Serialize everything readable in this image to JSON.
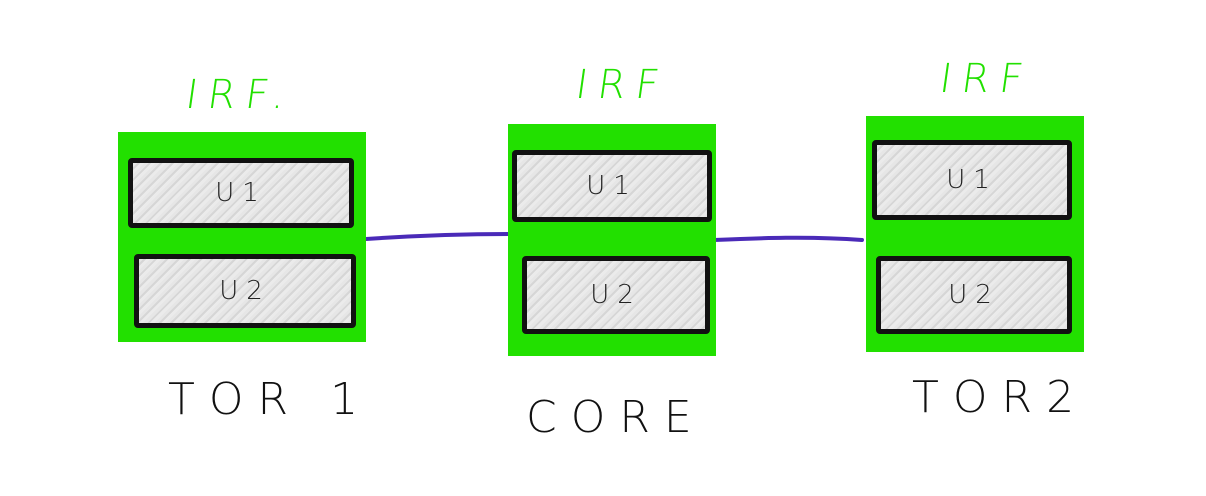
{
  "colors": {
    "irf_green": "#22e000",
    "link_purple": "#4a2ab8",
    "outline": "#111111",
    "unit_fill": "#e2e2e2"
  },
  "nodes": [
    {
      "id": "tor1",
      "irf_label": "IRF.",
      "title": "TOR 1",
      "units": [
        {
          "label": "U1"
        },
        {
          "label": "U2"
        }
      ]
    },
    {
      "id": "core",
      "irf_label": "IRF",
      "title": "CORE",
      "units": [
        {
          "label": "U1"
        },
        {
          "label": "U2"
        }
      ]
    },
    {
      "id": "tor2",
      "irf_label": "IRF",
      "title": "TOR2",
      "units": [
        {
          "label": "U1"
        },
        {
          "label": "U2"
        }
      ]
    }
  ],
  "links": [
    {
      "from": "tor1",
      "to": "core"
    },
    {
      "from": "core",
      "to": "tor2"
    }
  ]
}
